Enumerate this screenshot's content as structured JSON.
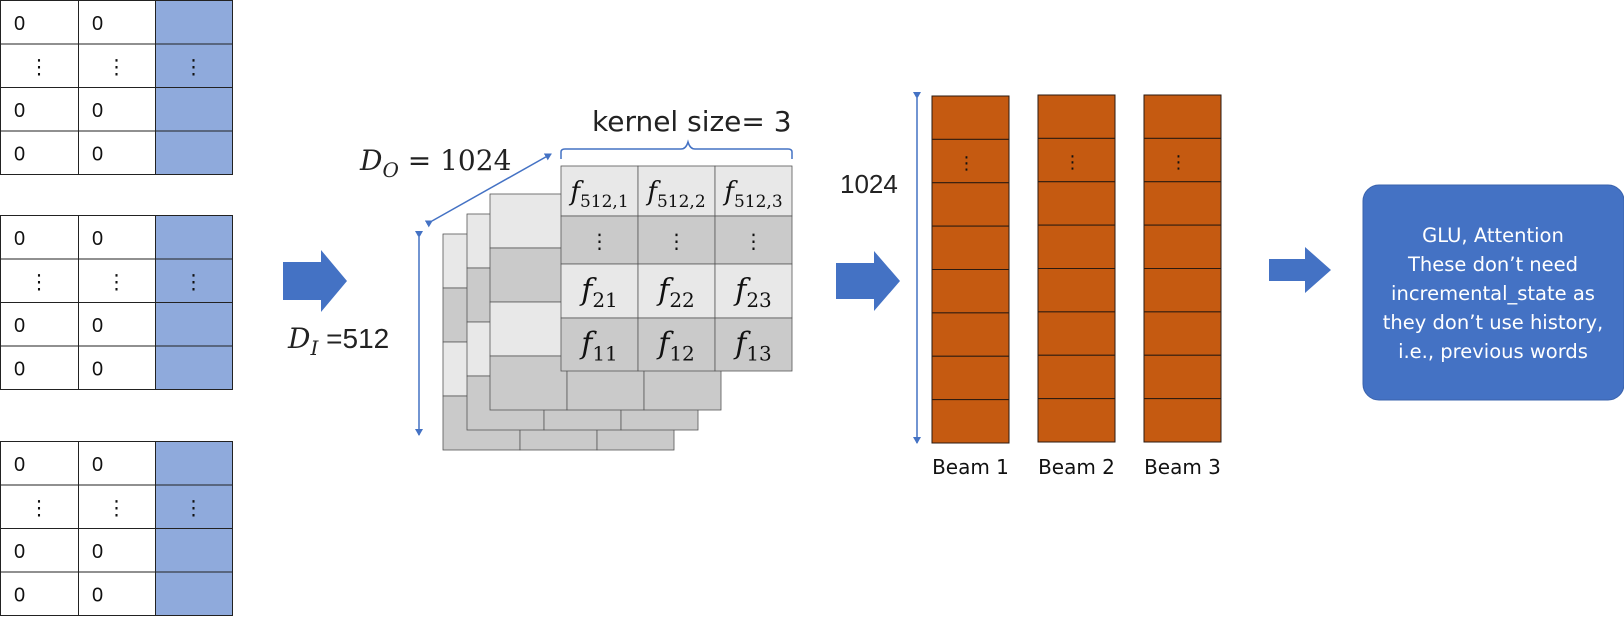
{
  "input_matrices": [
    {
      "rows": [
        [
          "0",
          "0",
          ""
        ],
        [
          "⋮",
          "⋮",
          "⋮"
        ],
        [
          "0",
          "0",
          ""
        ],
        [
          "0",
          "0",
          ""
        ]
      ]
    },
    {
      "rows": [
        [
          "0",
          "0",
          ""
        ],
        [
          "⋮",
          "⋮",
          "⋮"
        ],
        [
          "0",
          "0",
          ""
        ],
        [
          "0",
          "0",
          ""
        ]
      ]
    },
    {
      "rows": [
        [
          "0",
          "0",
          ""
        ],
        [
          "⋮",
          "⋮",
          "⋮"
        ],
        [
          "0",
          "0",
          ""
        ],
        [
          "0",
          "0",
          ""
        ]
      ]
    }
  ],
  "kernel": {
    "size_label": "kernel size= 3",
    "do_label": "D",
    "do_sub": "O",
    "do_value": " = 1024",
    "di_label": "D",
    "di_sub": "I",
    "di_value": " =512",
    "cells": [
      [
        {
          "f": "f",
          "sub": "512,1"
        },
        {
          "f": "f",
          "sub": "512,2"
        },
        {
          "f": "f",
          "sub": "512,3"
        }
      ],
      [
        {
          "f": "⋮",
          "sub": ""
        },
        {
          "f": "⋮",
          "sub": ""
        },
        {
          "f": "⋮",
          "sub": ""
        }
      ],
      [
        {
          "f": "f",
          "sub": "21"
        },
        {
          "f": "f",
          "sub": "22"
        },
        {
          "f": "f",
          "sub": "23"
        }
      ],
      [
        {
          "f": "f",
          "sub": "11"
        },
        {
          "f": "f",
          "sub": "12"
        },
        {
          "f": "f",
          "sub": "13"
        }
      ]
    ]
  },
  "beams": {
    "height_label": "1024",
    "dots": "⋮",
    "labels": [
      "Beam 1",
      "Beam 2",
      "Beam 3"
    ]
  },
  "output_box": {
    "lines": [
      "GLU, Attention",
      "These don’t need",
      "incremental_state as",
      "they don’t use history,",
      "i.e., previous words"
    ]
  },
  "colors": {
    "blue_fill": "#8faadc",
    "arrow": "#4472c4",
    "beam": "#c55a11",
    "box": "#4472c4",
    "grid_light": "#e8e8e8",
    "grid_dark": "#cacaca"
  }
}
